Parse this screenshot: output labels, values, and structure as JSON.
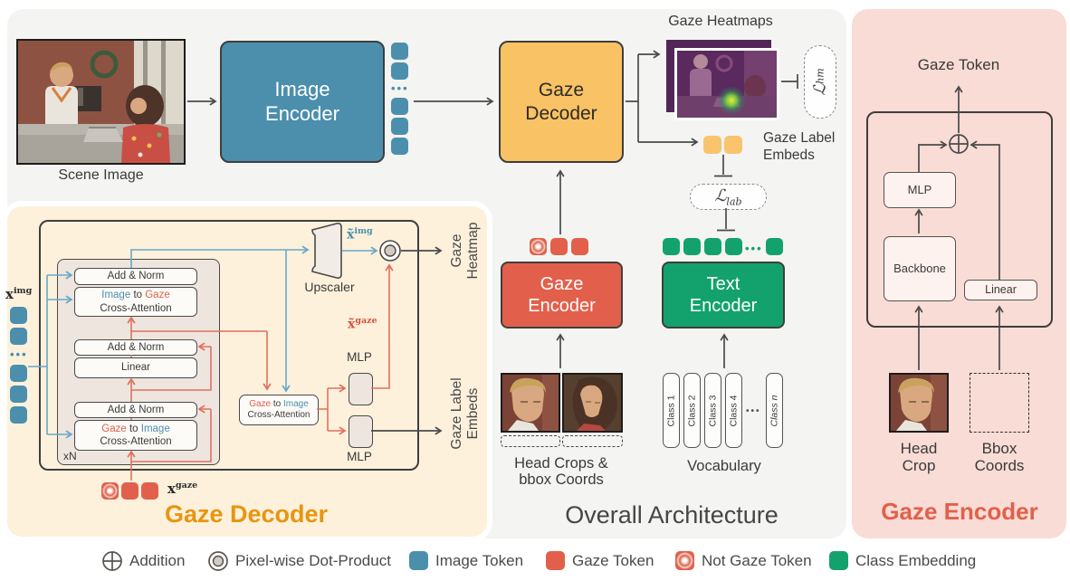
{
  "colors": {
    "image_token": "#4b8fad",
    "gaze_token": "#e2604b",
    "class_embedding": "#13a26e",
    "label_embed_token": "#f9c46d",
    "decoder_fill": "#f8c265",
    "panel_overall": "#f4f4f2",
    "panel_decoder": "#fdf1dc",
    "panel_encoder": "#f9dcd6",
    "decoder_title": "#e8950f",
    "encoder_title": "#e2604b",
    "arrow_dark": "#4a4a4a",
    "arrow_blue": "#68a8c8",
    "arrow_red": "#e2705d"
  },
  "overall": {
    "title": "Overall Architecture",
    "scene_image_label": "Scene Image",
    "image_encoder_label": "Image Encoder",
    "gaze_decoder_label": "Gaze Decoder",
    "gaze_heatmaps_label": "Gaze Heatmaps",
    "loss_hm": {
      "symbol": "ℒ",
      "sub": "hm"
    },
    "gaze_label_embeds_label": "Gaze Label Embeds",
    "loss_lab": {
      "symbol": "ℒ",
      "sub": "lab"
    },
    "gaze_encoder_label": "Gaze Encoder",
    "text_encoder_label": "Text Encoder",
    "head_crops_label": "Head Crops & bbox Coords",
    "vocabulary_label": "Vocabulary",
    "vocab_classes": [
      "Class 1",
      "Class 2",
      "Class 3",
      "Class 4",
      "Class n"
    ]
  },
  "decoder_detail": {
    "title": "Gaze Decoder",
    "add_norm": "Add & Norm",
    "img2gaze": {
      "a": "Image",
      "b": "to",
      "c": "Gaze",
      "line2": "Cross-Attention"
    },
    "gaze2img": {
      "a": "Gaze",
      "b": "to",
      "c": "Image",
      "line2": "Cross-Attention"
    },
    "linear": "Linear",
    "xn": "xN",
    "upscaler": "Upscaler",
    "mlp": "MLP",
    "gaze_heatmap_out": "Gaze Heatmap",
    "gaze_label_embeds_out": "Gaze Label Embeds",
    "x_img": {
      "base": "x",
      "sup": "img"
    },
    "x_gaze": {
      "base": "x",
      "sup": "gaze"
    },
    "x_img_tilde": {
      "base": "x̃",
      "sup": "img"
    },
    "x_gaze_tilde": {
      "base": "x̃",
      "sup": "gaze"
    }
  },
  "encoder_detail": {
    "title": "Gaze Encoder",
    "gaze_token_label": "Gaze Token",
    "mlp": "MLP",
    "backbone": "Backbone",
    "linear": "Linear",
    "head_crop_label": "Head Crop",
    "bbox_label": "Bbox Coords"
  },
  "legend": {
    "items": [
      {
        "icon": "addition-icon",
        "label": "Addition"
      },
      {
        "icon": "dot-product-icon",
        "label": "Pixel-wise Dot-Product"
      },
      {
        "icon": "image-token-swatch",
        "label": "Image Token"
      },
      {
        "icon": "gaze-token-swatch",
        "label": "Gaze Token"
      },
      {
        "icon": "not-gaze-token-swatch",
        "label": "Not Gaze Token"
      },
      {
        "icon": "class-embedding-swatch",
        "label": "Class Embedding"
      }
    ]
  }
}
